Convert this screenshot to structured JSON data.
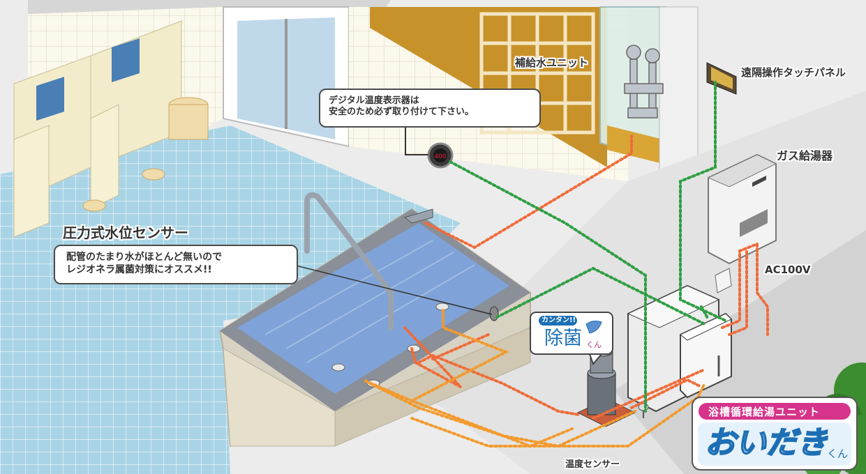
{
  "labels": {
    "supply_unit": "補給水ユニット",
    "remote_panel": "遠隔操作タッチパネル",
    "gas_heater": "ガス給湯器",
    "ac_power": "AC100V",
    "pressure_sensor": "圧力式水位センサー",
    "temp_sensor": "温度センサー"
  },
  "callouts": {
    "digital_display": [
      "デジタル温度表示器は",
      "安全のため必ず取り付けて下さい。"
    ],
    "sensor_note": [
      "配管のたまり水がほとんど無いので",
      "レジオネラ属菌対策にオススメ!!"
    ]
  },
  "badges": {
    "jokin_catch": "カンタン!!",
    "jokin_name": "除菌",
    "jokin_suffix": "くん",
    "oidaki_catch": "浴槽循環給湯ユニット",
    "oidaki_name": "おいだき",
    "oidaki_suffix": "くん"
  },
  "colors": {
    "hot_water_line": "#ef6c3a",
    "supply_line": "#f29a2e",
    "signal_line": "#2f9e44",
    "tub_water": "#7fa3d8",
    "floor_tile": "#a9d4e6",
    "wall_cream": "#f3eccb",
    "accent_blue": "#1c6fb5",
    "accent_pink": "#d6338a"
  }
}
